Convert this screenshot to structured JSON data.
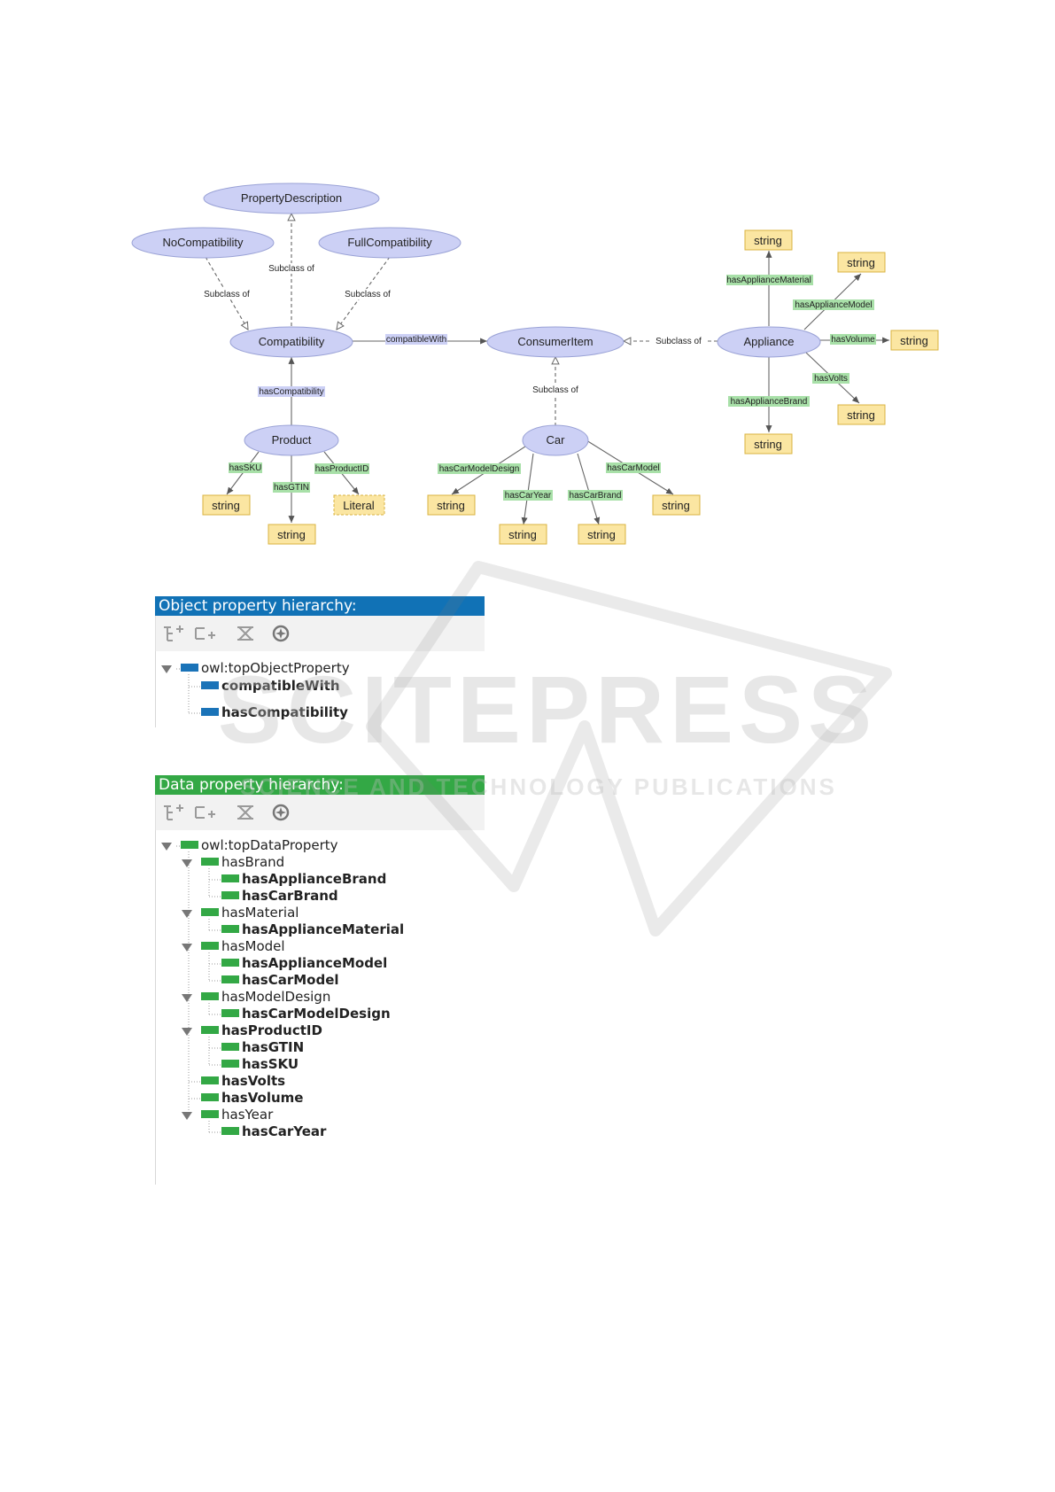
{
  "diagram": {
    "classes": {
      "property_description": "PropertyDescription",
      "no_compatibility": "NoCompatibility",
      "full_compatibility": "FullCompatibility",
      "compatibility": "Compatibility",
      "consumer_item": "ConsumerItem",
      "appliance": "Appliance",
      "product": "Product",
      "car": "Car"
    },
    "subclass_label": "Subclass of",
    "object_properties": {
      "compatible_with": "compatibleWith",
      "has_compatibility": "hasCompatibility"
    },
    "data_properties": {
      "has_sku": "hasSKU",
      "has_gtin": "hasGTIN",
      "has_product_id": "hasProductID",
      "has_car_model_design": "hasCarModelDesign",
      "has_car_year": "hasCarYear",
      "has_car_brand": "hasCarBrand",
      "has_car_model": "hasCarModel",
      "has_appliance_material": "hasApplianceMaterial",
      "has_appliance_model": "hasApplianceModel",
      "has_volume": "hasVolume",
      "has_volts": "hasVolts",
      "has_appliance_brand": "hasApplianceBrand"
    },
    "datatypes": {
      "string": "string",
      "literal": "Literal"
    },
    "colors": {
      "class_fill": "#ccd0f5",
      "class_stroke": "#9aa2d6",
      "datatype_fill": "#fbe6a2",
      "datatype_stroke": "#d8b340",
      "data_property_label": "#a8e0a8",
      "object_property_label": "#ccd0f5"
    }
  },
  "object_panel": {
    "title": "Object property hierarchy:",
    "header_color": "#1172b6",
    "swatch_color": "#1a73b8",
    "toolbar_icons": [
      "add-sub-property-icon",
      "add-sibling-property-icon",
      "delete-property-icon",
      "find-usage-icon"
    ],
    "root": "owl:topObjectProperty",
    "items": [
      "compatibleWith",
      "hasCompatibility"
    ]
  },
  "data_panel": {
    "title": "Data property hierarchy:",
    "header_color": "#33a845",
    "swatch_color": "#33a845",
    "toolbar_icons": [
      "add-sub-property-icon",
      "add-sibling-property-icon",
      "delete-property-icon",
      "find-usage-icon"
    ],
    "root": "owl:topDataProperty",
    "groups": [
      {
        "label": "hasBrand",
        "children": [
          "hasApplianceBrand",
          "hasCarBrand"
        ]
      },
      {
        "label": "hasMaterial",
        "children": [
          "hasApplianceMaterial"
        ]
      },
      {
        "label": "hasModel",
        "children": [
          "hasApplianceModel",
          "hasCarModel"
        ]
      },
      {
        "label": "hasModelDesign",
        "children": [
          "hasCarModelDesign"
        ]
      },
      {
        "label": "hasProductID",
        "bold": true,
        "children": [
          "hasGTIN",
          "hasSKU"
        ]
      },
      {
        "label": "hasVolts",
        "bold": true,
        "children": []
      },
      {
        "label": "hasVolume",
        "bold": true,
        "children": []
      },
      {
        "label": "hasYear",
        "children": [
          "hasCarYear"
        ]
      }
    ]
  },
  "watermark": {
    "main": "SCITEPRESS",
    "sub": "SCIENCE AND TECHNOLOGY PUBLICATIONS"
  }
}
